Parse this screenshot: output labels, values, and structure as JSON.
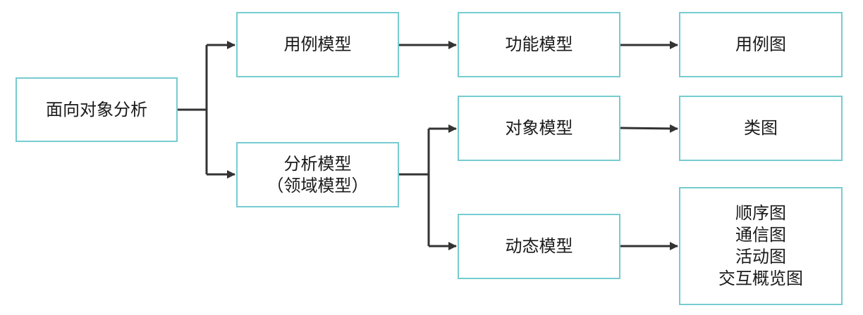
{
  "nodes": {
    "ooa": "面向对象分析",
    "usecase_model": "用例模型",
    "analysis_model": {
      "line1": "分析模型",
      "line2": "（领域模型）"
    },
    "function_model": "功能模型",
    "object_model": "对象模型",
    "dynamic_model": "动态模型",
    "usecase_diagram": "用例图",
    "class_diagram": "类图",
    "interaction_diagrams": [
      "顺序图",
      "通信图",
      "活动图",
      "交互概览图"
    ]
  },
  "colors": {
    "box_border": "#76ccd0",
    "connector": "#333333",
    "text": "#1a1a1a"
  }
}
